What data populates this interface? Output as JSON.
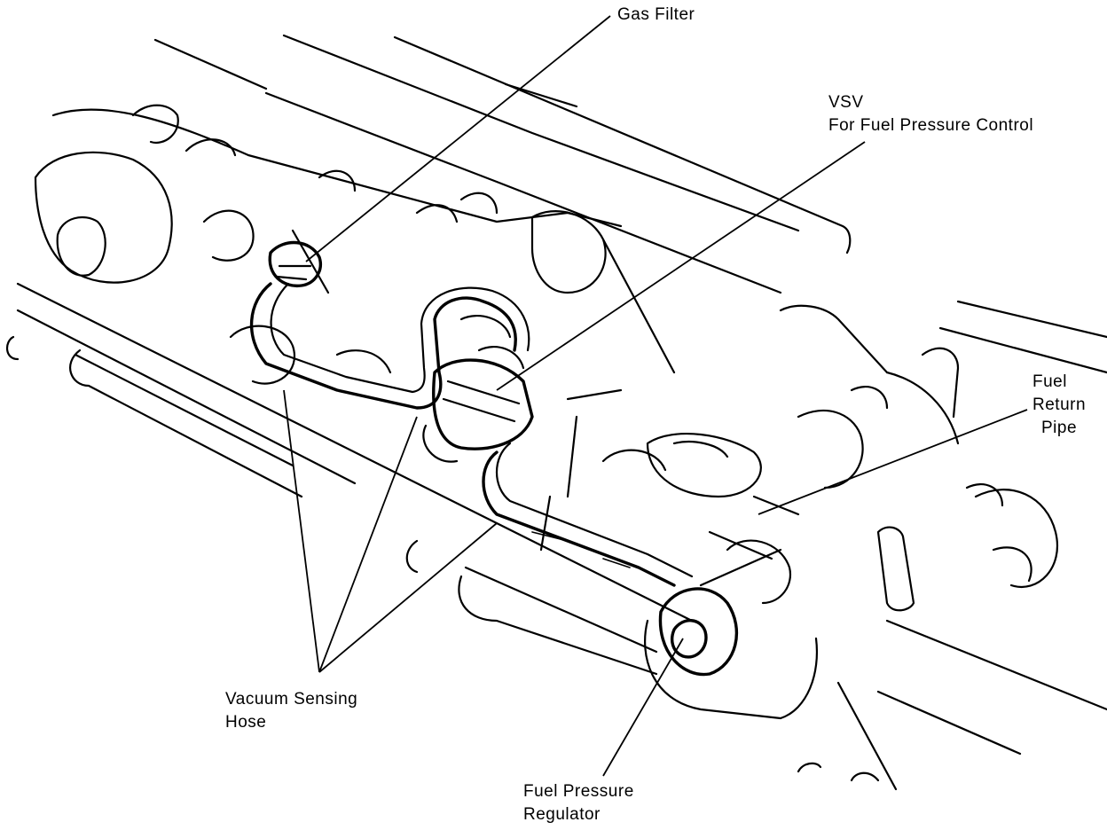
{
  "labels": {
    "gas_filter": "Gas Filter",
    "vsv_line1": "VSV",
    "vsv_line2": "For Fuel Pressure Control",
    "fuel_return_line1": "Fuel",
    "fuel_return_line2": "Return",
    "fuel_return_line3": "Pipe",
    "vacuum_line1": "Vacuum Sensing",
    "vacuum_line2": "Hose",
    "regulator_line1": "Fuel Pressure",
    "regulator_line2": "Regulator"
  }
}
